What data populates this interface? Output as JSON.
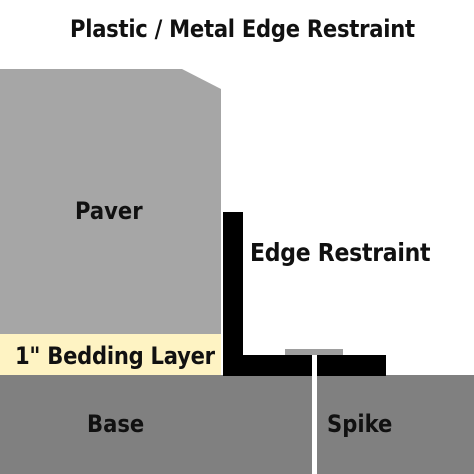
{
  "title": "Plastic / Metal Edge Restraint",
  "labels": {
    "paver": "Paver",
    "edge_restraint": "Edge Restraint",
    "bedding_layer": "1\" Bedding Layer",
    "base": "Base",
    "spike": "Spike"
  },
  "colors": {
    "background": "#ffffff",
    "paver": "#a6a6a6",
    "bedding": "#fef3c3",
    "base": "#808080",
    "restraint": "#000000",
    "spike": "#ffffff",
    "spike_head": "#9e9e9e",
    "text": "#111111"
  }
}
